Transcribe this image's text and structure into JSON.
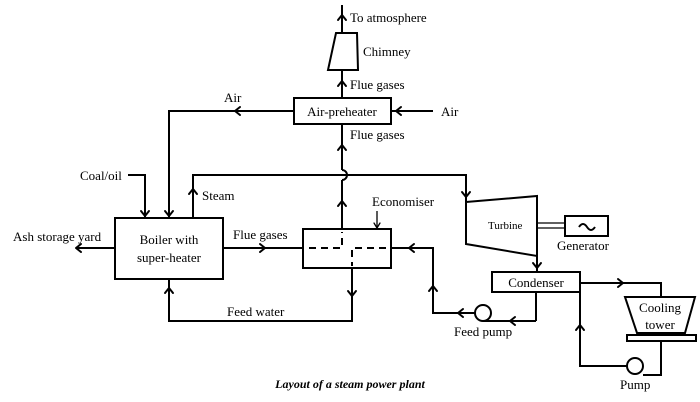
{
  "caption": "Layout of a steam power plant",
  "components": {
    "chimney": "Chimney",
    "air_preheater": "Air-preheater",
    "boiler_line1": "Boiler with",
    "boiler_line2": "super-heater",
    "economiser": "Economiser",
    "turbine": "Turbine",
    "generator": "Generator",
    "condenser": "Condenser",
    "cooling_tower_line1": "Cooling",
    "cooling_tower_line2": "tower",
    "feed_pump": "Feed pump",
    "pump": "Pump"
  },
  "flows": {
    "to_atmosphere": "To atmosphere",
    "flue_gases_top": "Flue gases",
    "flue_gases_mid": "Flue gases",
    "flue_gases_boiler": "Flue gases",
    "air_in": "Air",
    "air_out": "Air",
    "coal_oil": "Coal/oil",
    "steam": "Steam",
    "ash_storage_yard": "Ash storage yard",
    "feed_water": "Feed water"
  },
  "icons": {
    "generator_symbol": "~"
  }
}
